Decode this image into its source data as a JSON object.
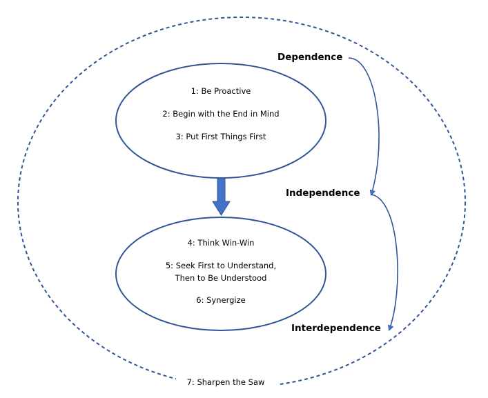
{
  "colors": {
    "outline": "#2F5597",
    "arrow_fill": "#4472C4",
    "text": "#000000",
    "background": "#FFFFFF"
  },
  "circles": {
    "private_victory": {
      "habits": [
        "1: Be Proactive",
        "2: Begin with the End in Mind",
        "3: Put First Things First"
      ]
    },
    "public_victory": {
      "habits": [
        "4: Think Win-Win",
        "5: Seek First to Understand,",
        "Then to Be Understood",
        "6: Synergize"
      ]
    },
    "renewal": {
      "habit": "7: Sharpen the Saw"
    }
  },
  "stages": {
    "dependence": "Dependence",
    "independence": "Independence",
    "interdependence": "Interdependence"
  },
  "icons": {
    "down_arrow": "block-arrow-down",
    "curved_arrow": "curved-connector-arrow"
  }
}
